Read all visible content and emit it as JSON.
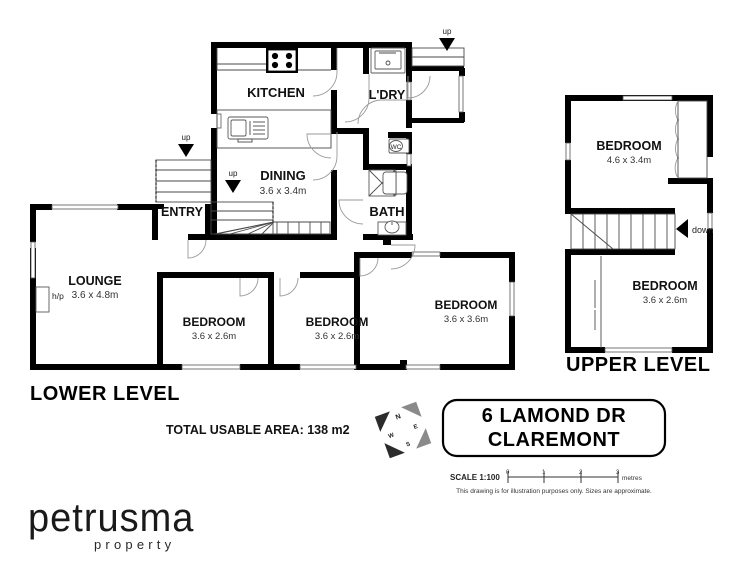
{
  "document": {
    "type": "real-estate-floor-plan",
    "property_title_line1": "6 LAMOND DR",
    "property_title_line2": "CLAREMONT",
    "total_area_label": "TOTAL USABLE AREA: 138 m2",
    "scale_label": "SCALE 1:100",
    "scale_units": "metres",
    "scale_ticks": [
      "0",
      "1",
      "2",
      "3"
    ],
    "disclaimer": "This drawing is for illustration purposes only. Sizes are approximate.",
    "compass_letters": {
      "north": "N",
      "east": "E",
      "south": "S",
      "west": "W"
    }
  },
  "brand": {
    "name": "petrusma",
    "tagline": "property"
  },
  "levels": [
    {
      "id": "lower",
      "label": "LOWER LEVEL",
      "rooms": [
        {
          "id": "kitchen",
          "name": "KITCHEN",
          "dimensions": ""
        },
        {
          "id": "ldry",
          "name": "L'DRY",
          "dimensions": ""
        },
        {
          "id": "dining",
          "name": "DINING",
          "dimensions": "3.6 x 3.4m"
        },
        {
          "id": "entry",
          "name": "ENTRY",
          "dimensions": ""
        },
        {
          "id": "bath",
          "name": "BATH",
          "dimensions": ""
        },
        {
          "id": "lounge",
          "name": "LOUNGE",
          "dimensions": "3.6 x 4.8m"
        },
        {
          "id": "bedroom-lower-1",
          "name": "BEDROOM",
          "dimensions": "3.6 x 2.6m"
        },
        {
          "id": "bedroom-lower-2",
          "name": "BEDROOM",
          "dimensions": "3.6 x 2.6m"
        },
        {
          "id": "bedroom-lower-3",
          "name": "BEDROOM",
          "dimensions": "3.6 x 3.6m"
        }
      ],
      "annotations": [
        {
          "id": "wc",
          "text": "WC"
        },
        {
          "id": "heat-pump",
          "text": "h/p"
        },
        {
          "id": "stair-up-entry",
          "text": "up"
        },
        {
          "id": "stair-up-dining",
          "text": "up"
        },
        {
          "id": "stair-up-rear",
          "text": "up"
        }
      ]
    },
    {
      "id": "upper",
      "label": "UPPER LEVEL",
      "rooms": [
        {
          "id": "bedroom-upper-1",
          "name": "BEDROOM",
          "dimensions": "4.6 x 3.4m"
        },
        {
          "id": "bedroom-upper-2",
          "name": "BEDROOM",
          "dimensions": "3.6 x 2.6m"
        }
      ],
      "annotations": [
        {
          "id": "stair-down",
          "text": "down"
        }
      ]
    }
  ],
  "colors": {
    "wall": "#000000",
    "background": "#ffffff",
    "text": "#111111",
    "thin_line": "#4a4a4a"
  }
}
